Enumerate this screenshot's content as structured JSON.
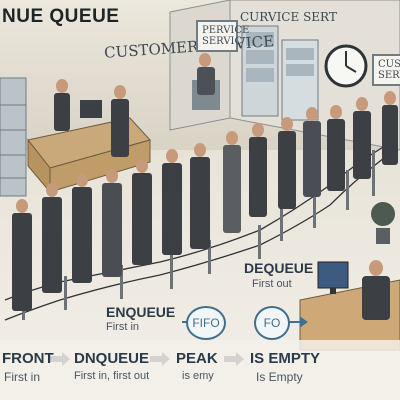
{
  "title": "NUE QUEUE",
  "banner_left": "CUSTOMER SERVICE",
  "banner_right": "CURVICE SERT",
  "sign_booth": [
    "PERVICE",
    "SERVIC"
  ],
  "sign_right": [
    "CUSTO",
    "SERVI"
  ],
  "dequeue": {
    "label": "DEQUEUE",
    "sub": "First out"
  },
  "enqueue": {
    "label": "ENQUEUE",
    "sub": "First in"
  },
  "fifo_circles": [
    "FIFO",
    "FO"
  ],
  "bottom_labels": [
    {
      "label": "FRONT",
      "sub": "First in"
    },
    {
      "label": "DNQUEUE",
      "sub": "First in, first out"
    },
    {
      "label": "PEAK",
      "sub": "is emy"
    },
    {
      "label": "IS EMPTY",
      "sub": "Is Empty"
    }
  ],
  "colors": {
    "accent": "#3f6e8e",
    "suit": "#3c3f44",
    "wall": "#ece7dc"
  }
}
